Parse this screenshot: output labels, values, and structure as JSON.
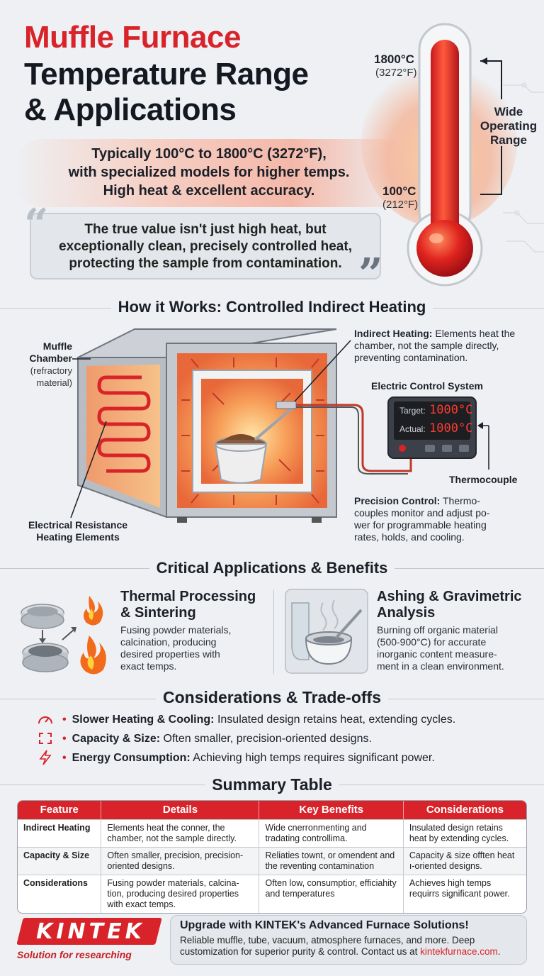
{
  "header": {
    "title_line1": "Muffle Furnace",
    "title_line2": "Temperature Range",
    "title_line3": "& Applications",
    "subtitle_line1": "Typically 100°C to 1800°C (3272°F),",
    "subtitle_line2": "with specialized models for higher temps.",
    "subtitle_line3": "High heat & excellent accuracy.",
    "quote_line1": "The true value isn't just high heat, but",
    "quote_line2": "exceptionally clean, precisely controlled heat,",
    "quote_line3": "protecting the sample from contamination."
  },
  "thermometer": {
    "high_c": "1800°C",
    "high_f": "(3272°F)",
    "low_c": "100°C",
    "low_f": "(212°F)",
    "range_line1": "Wide",
    "range_line2": "Operating",
    "range_line3": "Range"
  },
  "how_it_works": {
    "heading": "How it Works: Controlled Indirect Heating",
    "chamber_line1": "Muffle",
    "chamber_line2": "Chamber",
    "chamber_line3": "(refractory",
    "chamber_line4": "material)",
    "elements_line1": "Electrical Resistance",
    "elements_line2": "Heating Elements",
    "indirect_key": "Indirect Heating:",
    "indirect_line1": " Elements heat the",
    "indirect_line2": "chamber, not the sample directly,",
    "indirect_line3": "preventing contamination.",
    "control_system": "Electric Control System",
    "target_label": "Target:",
    "target_value": "1000°C",
    "actual_label": "Actual:",
    "actual_value": "1000°C",
    "thermocouple": "Thermocouple",
    "precision_key": "Precision Control:",
    "precision_line1": " Thermo-",
    "precision_line2": "couples monitor and adjust po-",
    "precision_line3": "wer for programmable heating",
    "precision_line4": "rates, holds, and cooling."
  },
  "applications": {
    "heading": "Critical Applications & Benefits",
    "items": [
      {
        "title_line1": "Thermal Processing",
        "title_line2": "& Sintering",
        "desc_line1": "Fusing powder materials,",
        "desc_line2": "calcination, producing",
        "desc_line3": "desired properties with",
        "desc_line4": "exact temps."
      },
      {
        "title_line1": "Ashing & Gravimetric",
        "title_line2": "Analysis",
        "desc_line1": "Burning off organic material",
        "desc_line2": "(500-900°C) for accurate",
        "desc_line3": "inorganic content measure-",
        "desc_line4": "ment in a clean environment."
      }
    ]
  },
  "considerations": {
    "heading": "Considerations & Trade-offs",
    "items": [
      {
        "key": "Slower Heating & Cooling:",
        "text": " Insulated design retains heat, extending cycles.",
        "icon": "gauge-icon"
      },
      {
        "key": "Capacity & Size:",
        "text": " Often smaller, precision-oriented designs.",
        "icon": "resize-icon"
      },
      {
        "key": "Energy Consumption:",
        "text": " Achieving high temps requires significant power.",
        "icon": "lightning-icon"
      }
    ]
  },
  "summary_table": {
    "heading": "Summary Table",
    "columns": [
      "Feature",
      "Details",
      "Key Benefits",
      "Considerations"
    ],
    "rows": [
      {
        "feature": "Indirect Heating",
        "details": "Elements heat the conner, the chamber, not the sample directly.",
        "benefits": "Wide cnerronmenting and tradating controllima.",
        "considerations": "Insulated design retains heat by extending cycles."
      },
      {
        "feature": "Capacity & Size",
        "details": "Often smaller, precision, precision-oriented designs.",
        "benefits": "Reliaties townt, or omendent and the reventing contamination",
        "considerations": "Capacity & size offten heat ı-oriented designs."
      },
      {
        "feature": "Considerations",
        "details": "Fusing powder materials, calcina-tion, producing desired properties with exact temps.",
        "benefits": "Often low, consumptior, efficiahity and temperatures",
        "considerations": "Achieves high temps requirrs significant power."
      }
    ]
  },
  "footer": {
    "logo": "KINTEK",
    "tagline": "Solution for researching",
    "cta_title": "Upgrade with KINTEK's Advanced Furnace Solutions!",
    "cta_line1": "Reliable muffle, tube, vacuum, atmosphere furnaces, and more. Deep",
    "cta_line2": "customization for superior purity & control. Contact us at ",
    "cta_link": "kintekfurnace.com",
    "cta_end": "."
  },
  "colors": {
    "brand_red": "#d8232a",
    "heading_dark": "#141821",
    "background": "#eef0f3"
  }
}
